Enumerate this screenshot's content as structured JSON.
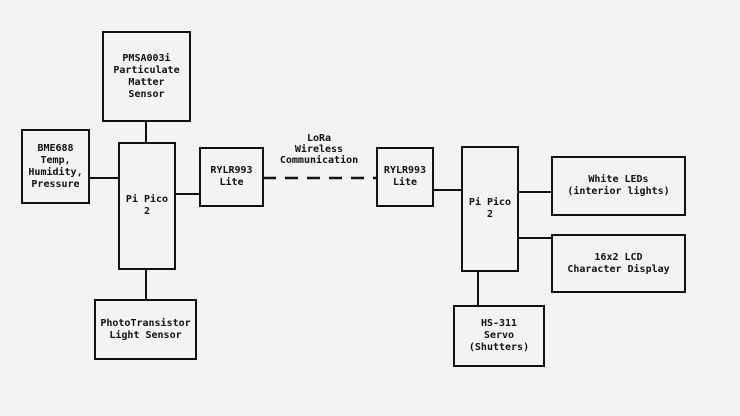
{
  "blocks": {
    "pmsa003i": "PMSA003i\nParticulate\nMatter\nSensor",
    "bme688": "BME688\nTemp,\nHumidity,\nPressure",
    "pi_pico_left": "Pi Pico\n2",
    "rylr993_left": "RYLR993\nLite",
    "phototransistor": "PhotoTransistor\nLight Sensor",
    "rylr993_right": "RYLR993\nLite",
    "pi_pico_right": "Pi Pico\n2",
    "white_leds": "White LEDs\n(interior lights)",
    "lcd": "16x2 LCD\nCharacter Display",
    "servo": "HS-311\nServo\n(Shutters)"
  },
  "link_label": "LoRa\nWireless\nCommunication",
  "colors": {
    "background": "#f3f3f3",
    "line": "#111111"
  }
}
